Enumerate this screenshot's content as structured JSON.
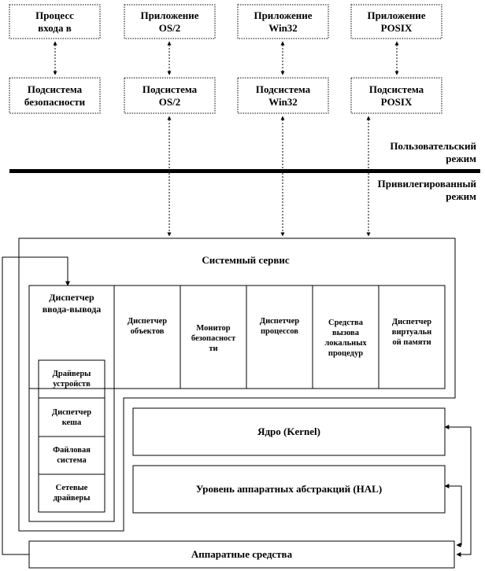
{
  "top_boxes": {
    "logon": "Процесс\nвхода в",
    "os2_app": "Приложение\nOS/2",
    "win32_app": "Приложение\nWin32",
    "posix_app": "Приложение\nPOSIX"
  },
  "subsystems": {
    "security": "Подсистема\nбезопасности",
    "os2": "Подсистема\nOS/2",
    "win32": "Подсистема\nWin32",
    "posix": "Подсистема\nPOSIX"
  },
  "modes": {
    "user": "Пользовательский\nрежим",
    "privileged": "Привилегированный\nрежим"
  },
  "executive": {
    "title": "Системный сервис",
    "io_manager": "Диспетчер\nввода-вывода",
    "io_items": [
      "Драйверы\nустройств",
      "Диспетчер\nкеша",
      "Файловая\nсистема",
      "Сетевые\nдрайверы"
    ],
    "services": [
      "Диспетчер\nобъектов",
      "Монитор\nбезопасност\nти",
      "Диспетчер\nпроцессов",
      "Средства\nвызова\nлокальных\nпроцедур",
      "Диспетчер\nвиртуальн\nой памяти"
    ]
  },
  "kernel": "Ядро (Kernel)",
  "hal": "Уровень аппаратных абстракций (HAL)",
  "hardware": "Аппаратные средства"
}
